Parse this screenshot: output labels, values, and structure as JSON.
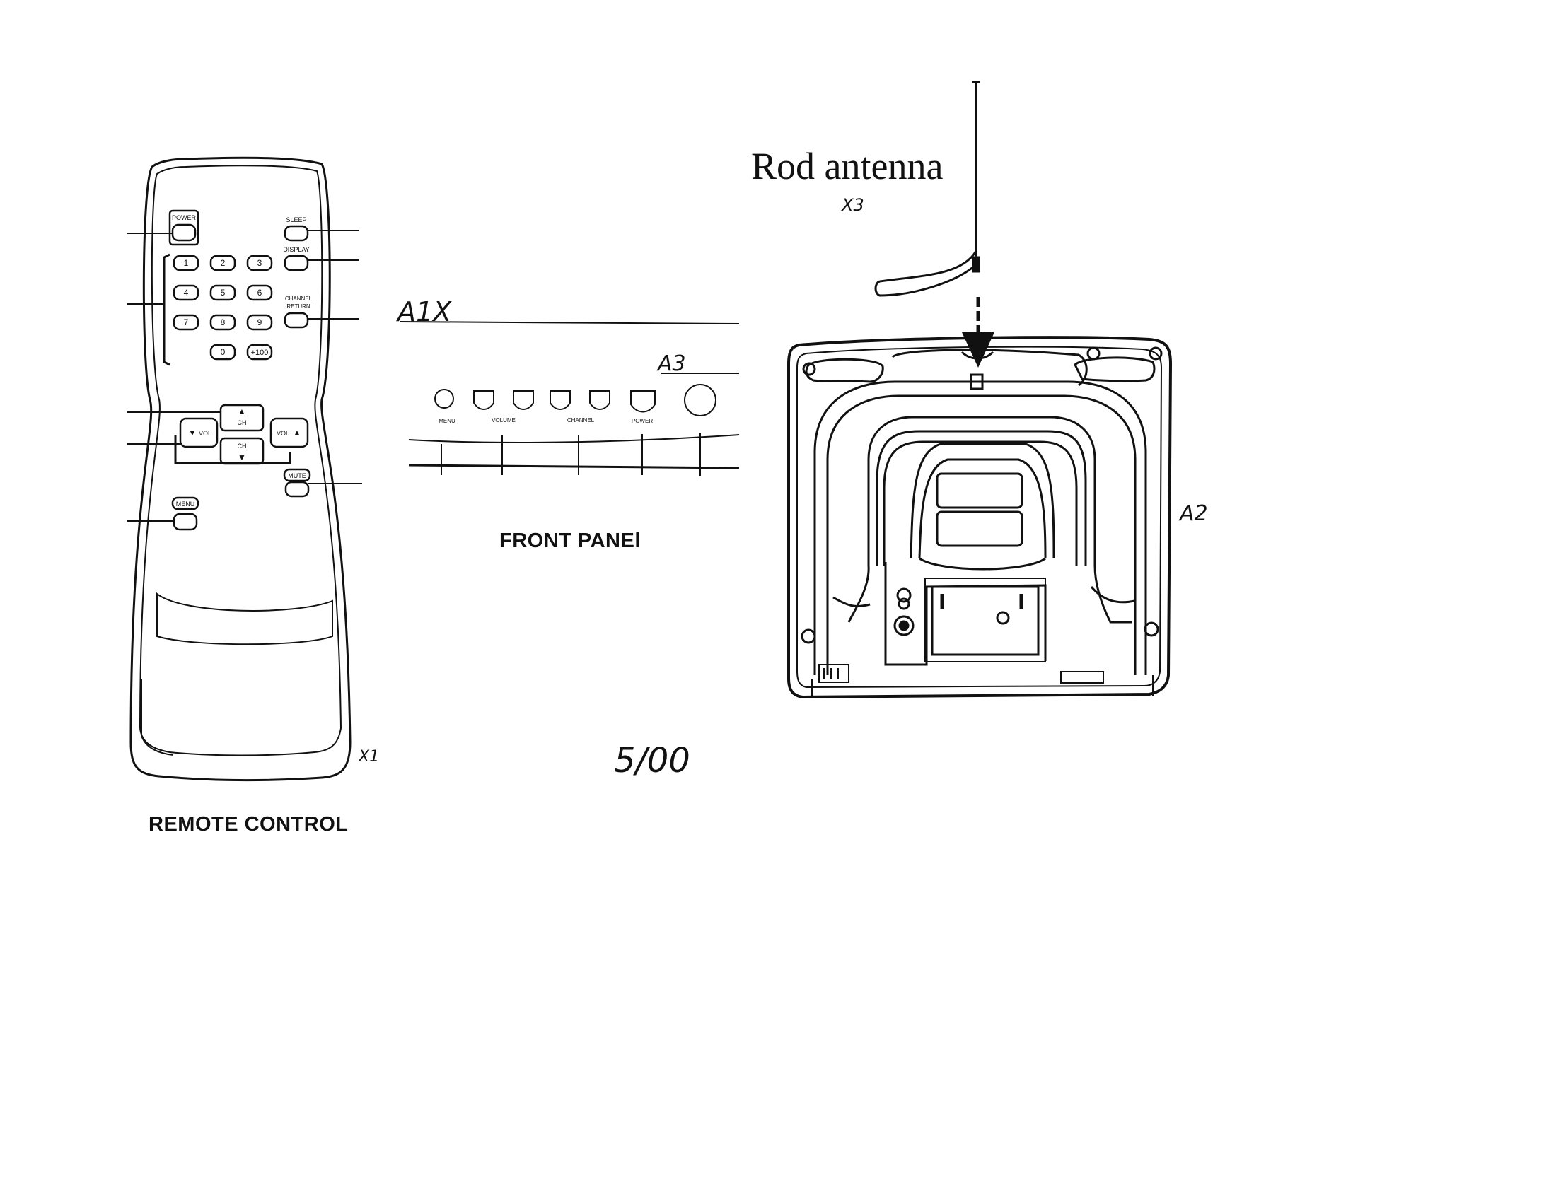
{
  "remote": {
    "caption": "REMOTE CONTROL",
    "tag": "X1",
    "buttons": {
      "power": "POWER",
      "sleep": "SLEEP",
      "display": "DISPLAY",
      "channel_return_1": "CHANNEL",
      "channel_return_2": "RETURN",
      "digits": [
        "1",
        "2",
        "3",
        "4",
        "5",
        "6",
        "7",
        "8",
        "9",
        "0",
        "+100"
      ],
      "ch_up": "CH",
      "ch_down": "CH",
      "vol_down": "VOL",
      "vol_up": "VOL",
      "mute": "MUTE",
      "menu": "MENU"
    }
  },
  "front_panel": {
    "caption": "FRONT PANEl",
    "tag_a1x": "A1X",
    "tag_a3": "A3",
    "labels": [
      "MENU",
      "VOLUME",
      "CHANNEL",
      "POWER"
    ]
  },
  "antenna": {
    "label": "Rod antenna",
    "tag": "X3"
  },
  "tv_back": {
    "tag": "A2"
  },
  "date": "5/00"
}
